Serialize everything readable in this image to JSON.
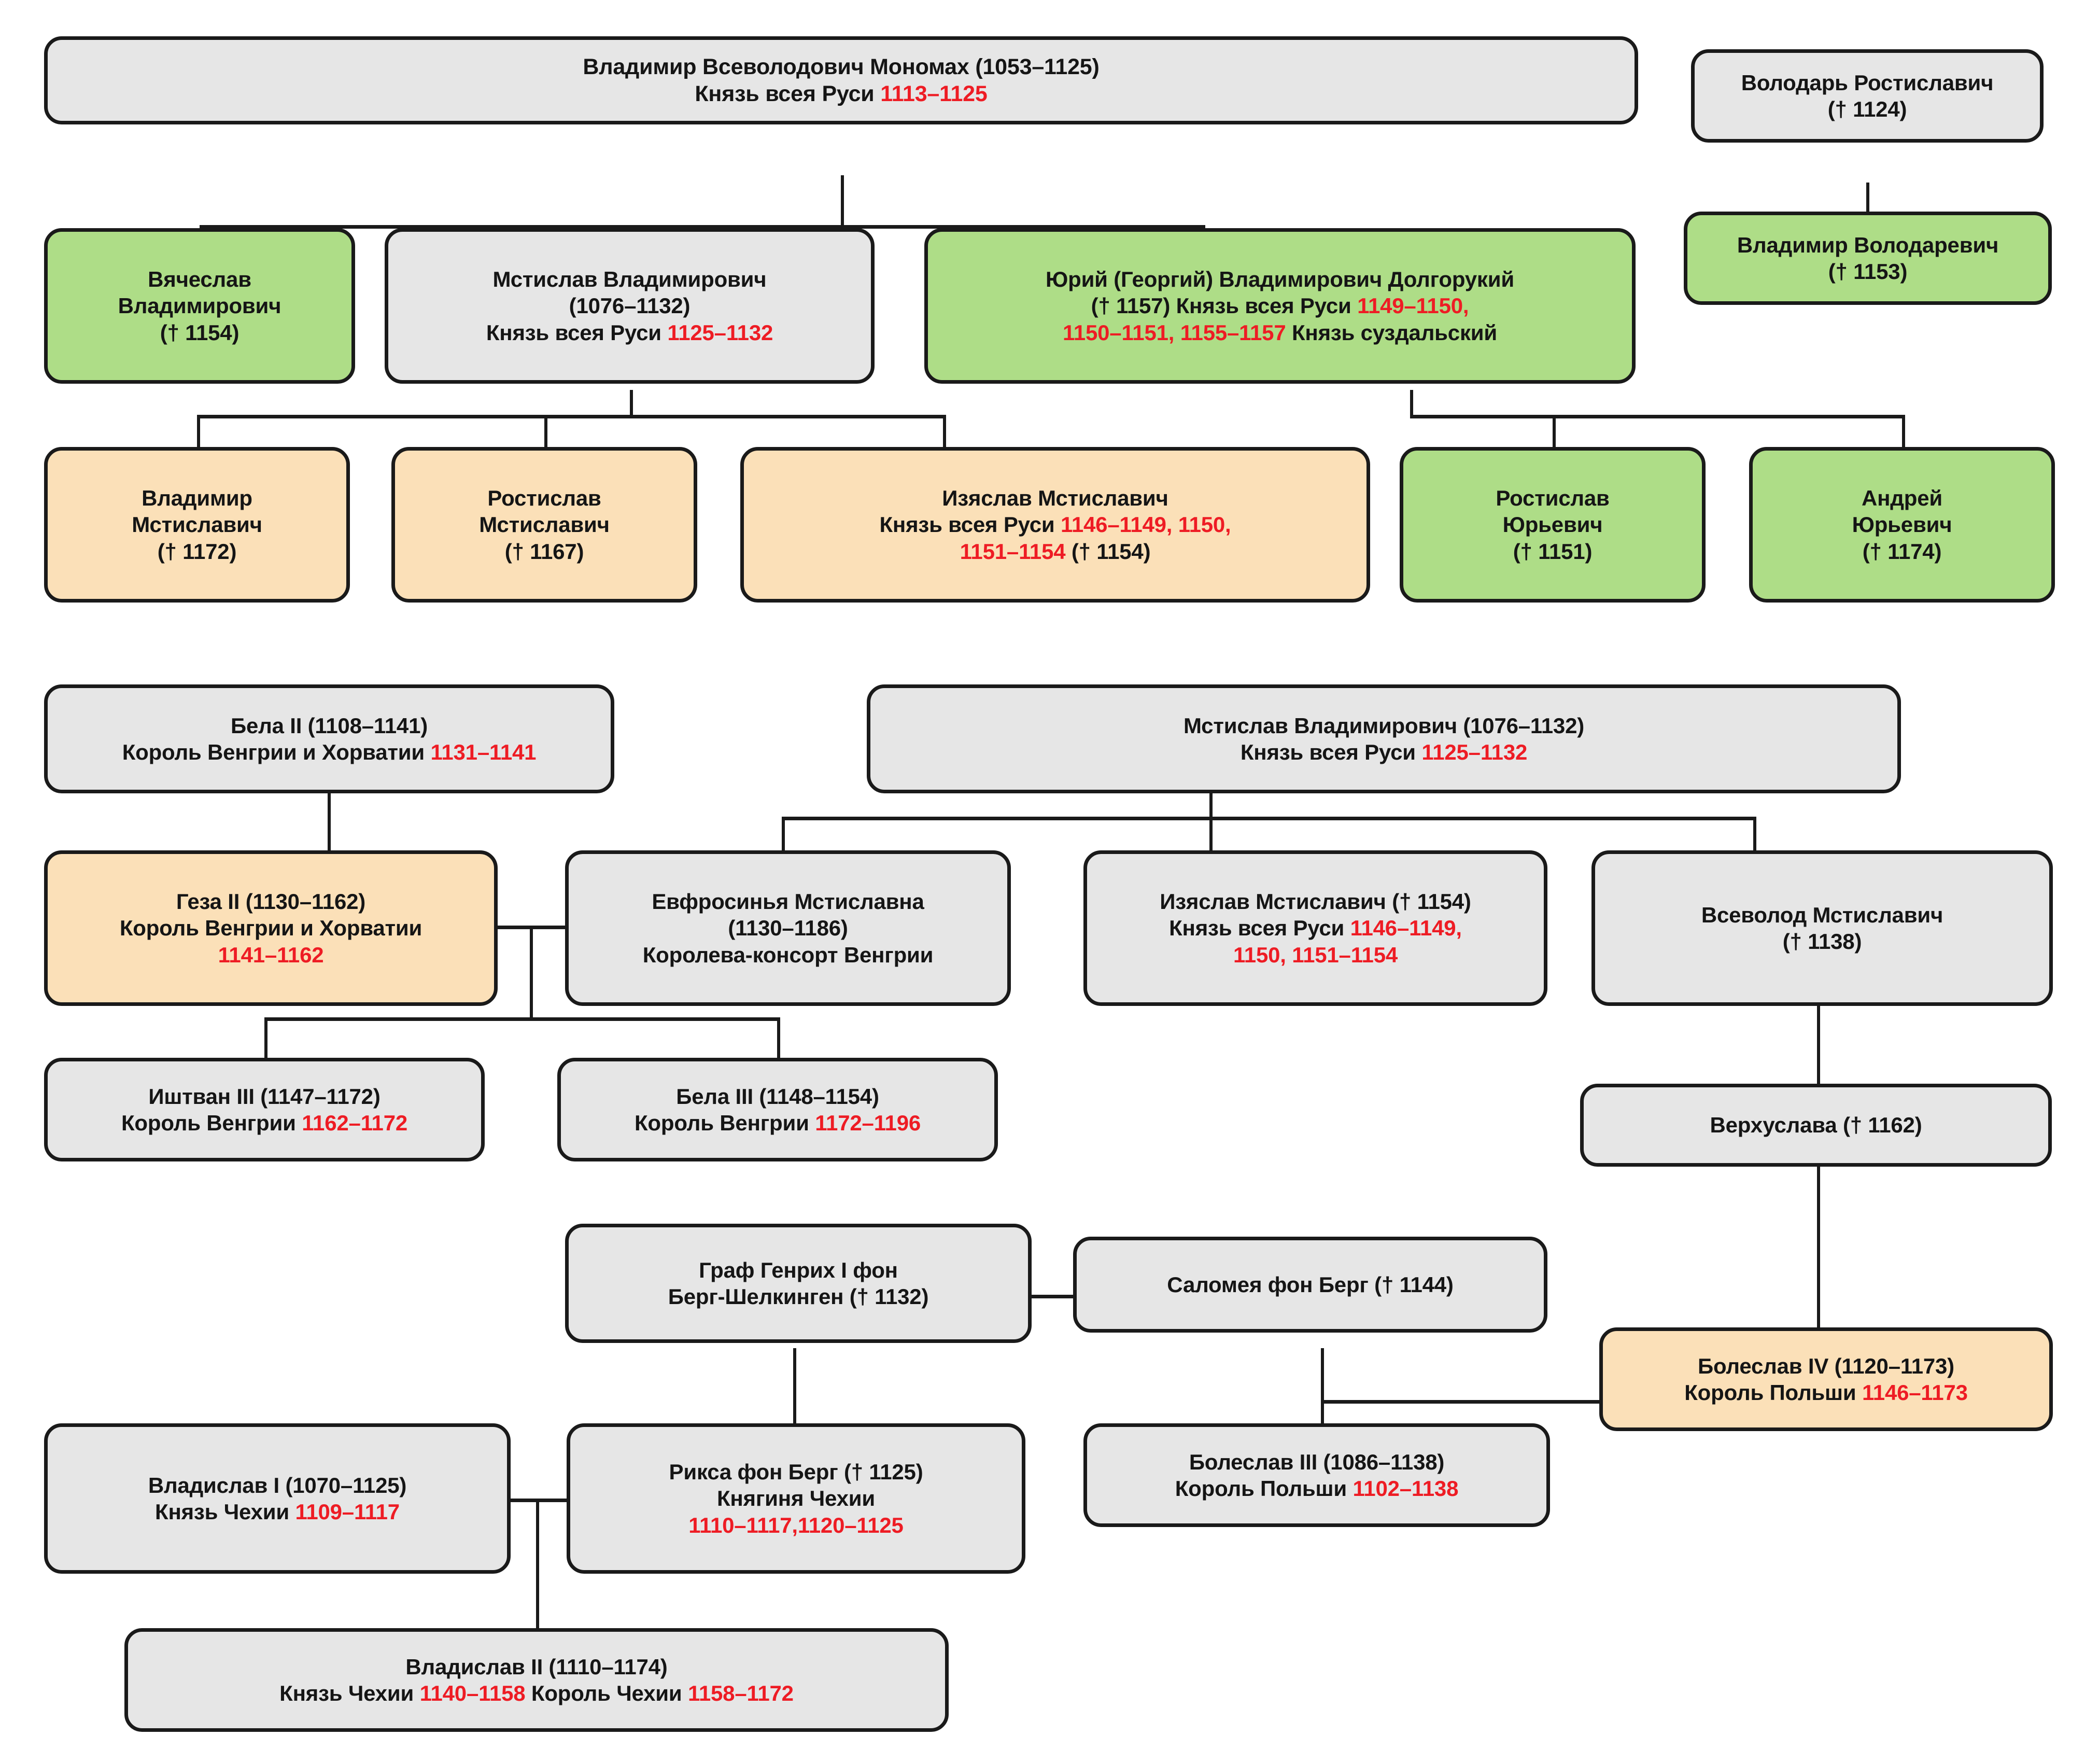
{
  "diagram": {
    "title_semantic": "genealogical-tree-of-vladimir-monomakh-descendants",
    "colors": {
      "accent_red": "#ee1c24",
      "box_grey": "#e6e6e6",
      "box_green": "#aedd87",
      "box_peach": "#fbe0b8",
      "outline": "#1a1a1a"
    },
    "nodes": [
      {
        "id": "vladimir-monomakh",
        "fill": "grey",
        "lines": [
          {
            "parts": [
              {
                "t": "Владимир Всеволодович Мономах (1053–1125)",
                "c": "k"
              }
            ]
          },
          {
            "parts": [
              {
                "t": "Князь всея Руси ",
                "c": "k"
              },
              {
                "t": "1113–1125",
                "c": "r"
              }
            ]
          }
        ]
      },
      {
        "id": "volodar-rostislavich",
        "fill": "grey",
        "lines": [
          {
            "parts": [
              {
                "t": "Володарь Ростиславич",
                "c": "k"
              }
            ]
          },
          {
            "parts": [
              {
                "t": "(† 1124)",
                "c": "k"
              }
            ]
          }
        ]
      },
      {
        "id": "vladimir-volodarevich",
        "fill": "green",
        "lines": [
          {
            "parts": [
              {
                "t": "Владимир Володаревич",
                "c": "k"
              }
            ]
          },
          {
            "parts": [
              {
                "t": "(† 1153)",
                "c": "k"
              }
            ]
          }
        ]
      },
      {
        "id": "vyacheslav-vladimirovich",
        "fill": "green",
        "lines": [
          {
            "parts": [
              {
                "t": "Вячеслав",
                "c": "k"
              }
            ]
          },
          {
            "parts": [
              {
                "t": "Владимирович",
                "c": "k"
              }
            ]
          },
          {
            "parts": [
              {
                "t": "(† 1154)",
                "c": "k"
              }
            ]
          }
        ]
      },
      {
        "id": "mstislav-vladimirovich-1",
        "fill": "grey",
        "lines": [
          {
            "parts": [
              {
                "t": "Мстислав Владимирович",
                "c": "k"
              }
            ]
          },
          {
            "parts": [
              {
                "t": "(1076–1132)",
                "c": "k"
              }
            ]
          },
          {
            "parts": [
              {
                "t": "Князь всея Руси ",
                "c": "k"
              },
              {
                "t": "1125–1132",
                "c": "r"
              }
            ]
          }
        ]
      },
      {
        "id": "yuri-dolgoruky",
        "fill": "green",
        "lines": [
          {
            "parts": [
              {
                "t": "Юрий (Георгий) Владимирович Долгорукий",
                "c": "k"
              }
            ]
          },
          {
            "parts": [
              {
                "t": "(† 1157) Князь всея Руси ",
                "c": "k"
              },
              {
                "t": "1149–1150,",
                "c": "r"
              }
            ]
          },
          {
            "parts": [
              {
                "t": "1150–1151, 1155–1157",
                "c": "r"
              },
              {
                "t": " Князь суздальский",
                "c": "k"
              }
            ]
          }
        ]
      },
      {
        "id": "vladimir-mstislavich",
        "fill": "peach",
        "lines": [
          {
            "parts": [
              {
                "t": "Владимир",
                "c": "k"
              }
            ]
          },
          {
            "parts": [
              {
                "t": "Мстиславич",
                "c": "k"
              }
            ]
          },
          {
            "parts": [
              {
                "t": "(† 1172)",
                "c": "k"
              }
            ]
          }
        ]
      },
      {
        "id": "rostislav-mstislavich",
        "fill": "peach",
        "lines": [
          {
            "parts": [
              {
                "t": "Ростислав",
                "c": "k"
              }
            ]
          },
          {
            "parts": [
              {
                "t": "Мстиславич",
                "c": "k"
              }
            ]
          },
          {
            "parts": [
              {
                "t": "(† 1167)",
                "c": "k"
              }
            ]
          }
        ]
      },
      {
        "id": "izyaslav-mstislavich-1",
        "fill": "peach",
        "lines": [
          {
            "parts": [
              {
                "t": "Изяслав Мстиславич",
                "c": "k"
              }
            ]
          },
          {
            "parts": [
              {
                "t": "Князь всея Руси ",
                "c": "k"
              },
              {
                "t": "1146–1149, 1150,",
                "c": "r"
              }
            ]
          },
          {
            "parts": [
              {
                "t": "1151–1154",
                "c": "r"
              },
              {
                "t": " († 1154)",
                "c": "k"
              }
            ]
          }
        ]
      },
      {
        "id": "rostislav-yurievich",
        "fill": "green",
        "lines": [
          {
            "parts": [
              {
                "t": "Ростислав",
                "c": "k"
              }
            ]
          },
          {
            "parts": [
              {
                "t": "Юрьевич",
                "c": "k"
              }
            ]
          },
          {
            "parts": [
              {
                "t": "(† 1151)",
                "c": "k"
              }
            ]
          }
        ]
      },
      {
        "id": "andrey-yurievich",
        "fill": "green",
        "lines": [
          {
            "parts": [
              {
                "t": "Андрей",
                "c": "k"
              }
            ]
          },
          {
            "parts": [
              {
                "t": "Юрьевич",
                "c": "k"
              }
            ]
          },
          {
            "parts": [
              {
                "t": "(† 1174)",
                "c": "k"
              }
            ]
          }
        ]
      },
      {
        "id": "bela-ii",
        "fill": "grey",
        "lines": [
          {
            "parts": [
              {
                "t": "Бела II (1108–1141)",
                "c": "k"
              }
            ]
          },
          {
            "parts": [
              {
                "t": "Король Венгрии и Хорватии ",
                "c": "k"
              },
              {
                "t": "1131–1141",
                "c": "r"
              }
            ]
          }
        ]
      },
      {
        "id": "mstislav-vladimirovich-2",
        "fill": "grey",
        "lines": [
          {
            "parts": [
              {
                "t": "Мстислав Владимирович (1076–1132)",
                "c": "k"
              }
            ]
          },
          {
            "parts": [
              {
                "t": "Князь всея Руси ",
                "c": "k"
              },
              {
                "t": "1125–1132",
                "c": "r"
              }
            ]
          }
        ]
      },
      {
        "id": "geza-ii",
        "fill": "peach",
        "lines": [
          {
            "parts": [
              {
                "t": "Геза II (1130–1162)",
                "c": "k"
              }
            ]
          },
          {
            "parts": [
              {
                "t": "Король Венгрии и Хорватии",
                "c": "k"
              }
            ]
          },
          {
            "parts": [
              {
                "t": "1141–1162",
                "c": "r"
              }
            ]
          }
        ]
      },
      {
        "id": "evfrosinya-mstislavna",
        "fill": "grey",
        "lines": [
          {
            "parts": [
              {
                "t": "Евфросинья Мстиславна",
                "c": "k"
              }
            ]
          },
          {
            "parts": [
              {
                "t": "(1130–1186)",
                "c": "k"
              }
            ]
          },
          {
            "parts": [
              {
                "t": "Королева-консорт Венгрии",
                "c": "k"
              }
            ]
          }
        ]
      },
      {
        "id": "izyaslav-mstislavich-2",
        "fill": "grey",
        "lines": [
          {
            "parts": [
              {
                "t": "Изяслав Мстиславич († 1154)",
                "c": "k"
              }
            ]
          },
          {
            "parts": [
              {
                "t": "Князь всея Руси ",
                "c": "k"
              },
              {
                "t": "1146–1149,",
                "c": "r"
              }
            ]
          },
          {
            "parts": [
              {
                "t": "1150, 1151–1154",
                "c": "r"
              }
            ]
          }
        ]
      },
      {
        "id": "vsevolod-mstislavich",
        "fill": "grey",
        "lines": [
          {
            "parts": [
              {
                "t": "Всеволод Мстиславич",
                "c": "k"
              }
            ]
          },
          {
            "parts": [
              {
                "t": "(† 1138)",
                "c": "k"
              }
            ]
          }
        ]
      },
      {
        "id": "ishtvan-iii",
        "fill": "grey",
        "lines": [
          {
            "parts": [
              {
                "t": "Иштван III (1147–1172)",
                "c": "k"
              }
            ]
          },
          {
            "parts": [
              {
                "t": "Король Венгрии ",
                "c": "k"
              },
              {
                "t": "1162–1172",
                "c": "r"
              }
            ]
          }
        ]
      },
      {
        "id": "bela-iii",
        "fill": "grey",
        "lines": [
          {
            "parts": [
              {
                "t": "Бела III (1148–1154)",
                "c": "k"
              }
            ]
          },
          {
            "parts": [
              {
                "t": "Король Венгрии ",
                "c": "k"
              },
              {
                "t": "1172–1196",
                "c": "r"
              }
            ]
          }
        ]
      },
      {
        "id": "verkhuslava",
        "fill": "grey",
        "lines": [
          {
            "parts": [
              {
                "t": "Верхуслава († 1162)",
                "c": "k"
              }
            ]
          }
        ]
      },
      {
        "id": "graf-genrikh-i",
        "fill": "grey",
        "lines": [
          {
            "parts": [
              {
                "t": "Граф Генрих I фон",
                "c": "k"
              }
            ]
          },
          {
            "parts": [
              {
                "t": "Берг-Шелкинген († 1132)",
                "c": "k"
              }
            ]
          }
        ]
      },
      {
        "id": "salomeya-fon-berg",
        "fill": "grey",
        "lines": [
          {
            "parts": [
              {
                "t": "Саломея фон Берг († 1144)",
                "c": "k"
              }
            ]
          }
        ]
      },
      {
        "id": "boleslav-iv",
        "fill": "peach",
        "lines": [
          {
            "parts": [
              {
                "t": "Болеслав IV (1120–1173)",
                "c": "k"
              }
            ]
          },
          {
            "parts": [
              {
                "t": "Король Польши ",
                "c": "k"
              },
              {
                "t": "1146–1173",
                "c": "r"
              }
            ]
          }
        ]
      },
      {
        "id": "vladislav-i",
        "fill": "grey",
        "lines": [
          {
            "parts": [
              {
                "t": "Владислав I (1070–1125)",
                "c": "k"
              }
            ]
          },
          {
            "parts": [
              {
                "t": "Князь Чехии ",
                "c": "k"
              },
              {
                "t": "1109–1117",
                "c": "r"
              }
            ]
          }
        ]
      },
      {
        "id": "riksa-fon-berg",
        "fill": "grey",
        "lines": [
          {
            "parts": [
              {
                "t": "Рикса фон Берг († 1125)",
                "c": "k"
              }
            ]
          },
          {
            "parts": [
              {
                "t": "Княгиня Чехии",
                "c": "k"
              }
            ]
          },
          {
            "parts": [
              {
                "t": "1110–1117,1120–1125",
                "c": "r"
              }
            ]
          }
        ]
      },
      {
        "id": "boleslav-iii",
        "fill": "grey",
        "lines": [
          {
            "parts": [
              {
                "t": "Болеслав III (1086–1138)",
                "c": "k"
              }
            ]
          },
          {
            "parts": [
              {
                "t": "Король Польши ",
                "c": "k"
              },
              {
                "t": "1102–1138",
                "c": "r"
              }
            ]
          }
        ]
      },
      {
        "id": "vladislav-ii",
        "fill": "grey",
        "lines": [
          {
            "parts": [
              {
                "t": "Владислав II (1110–1174)",
                "c": "k"
              }
            ]
          },
          {
            "parts": [
              {
                "t": "Князь Чехии ",
                "c": "k"
              },
              {
                "t": "1140–1158",
                "c": "r"
              },
              {
                "t": " Король Чехии ",
                "c": "k"
              },
              {
                "t": "1158–1172",
                "c": "r"
              }
            ]
          }
        ]
      }
    ]
  }
}
